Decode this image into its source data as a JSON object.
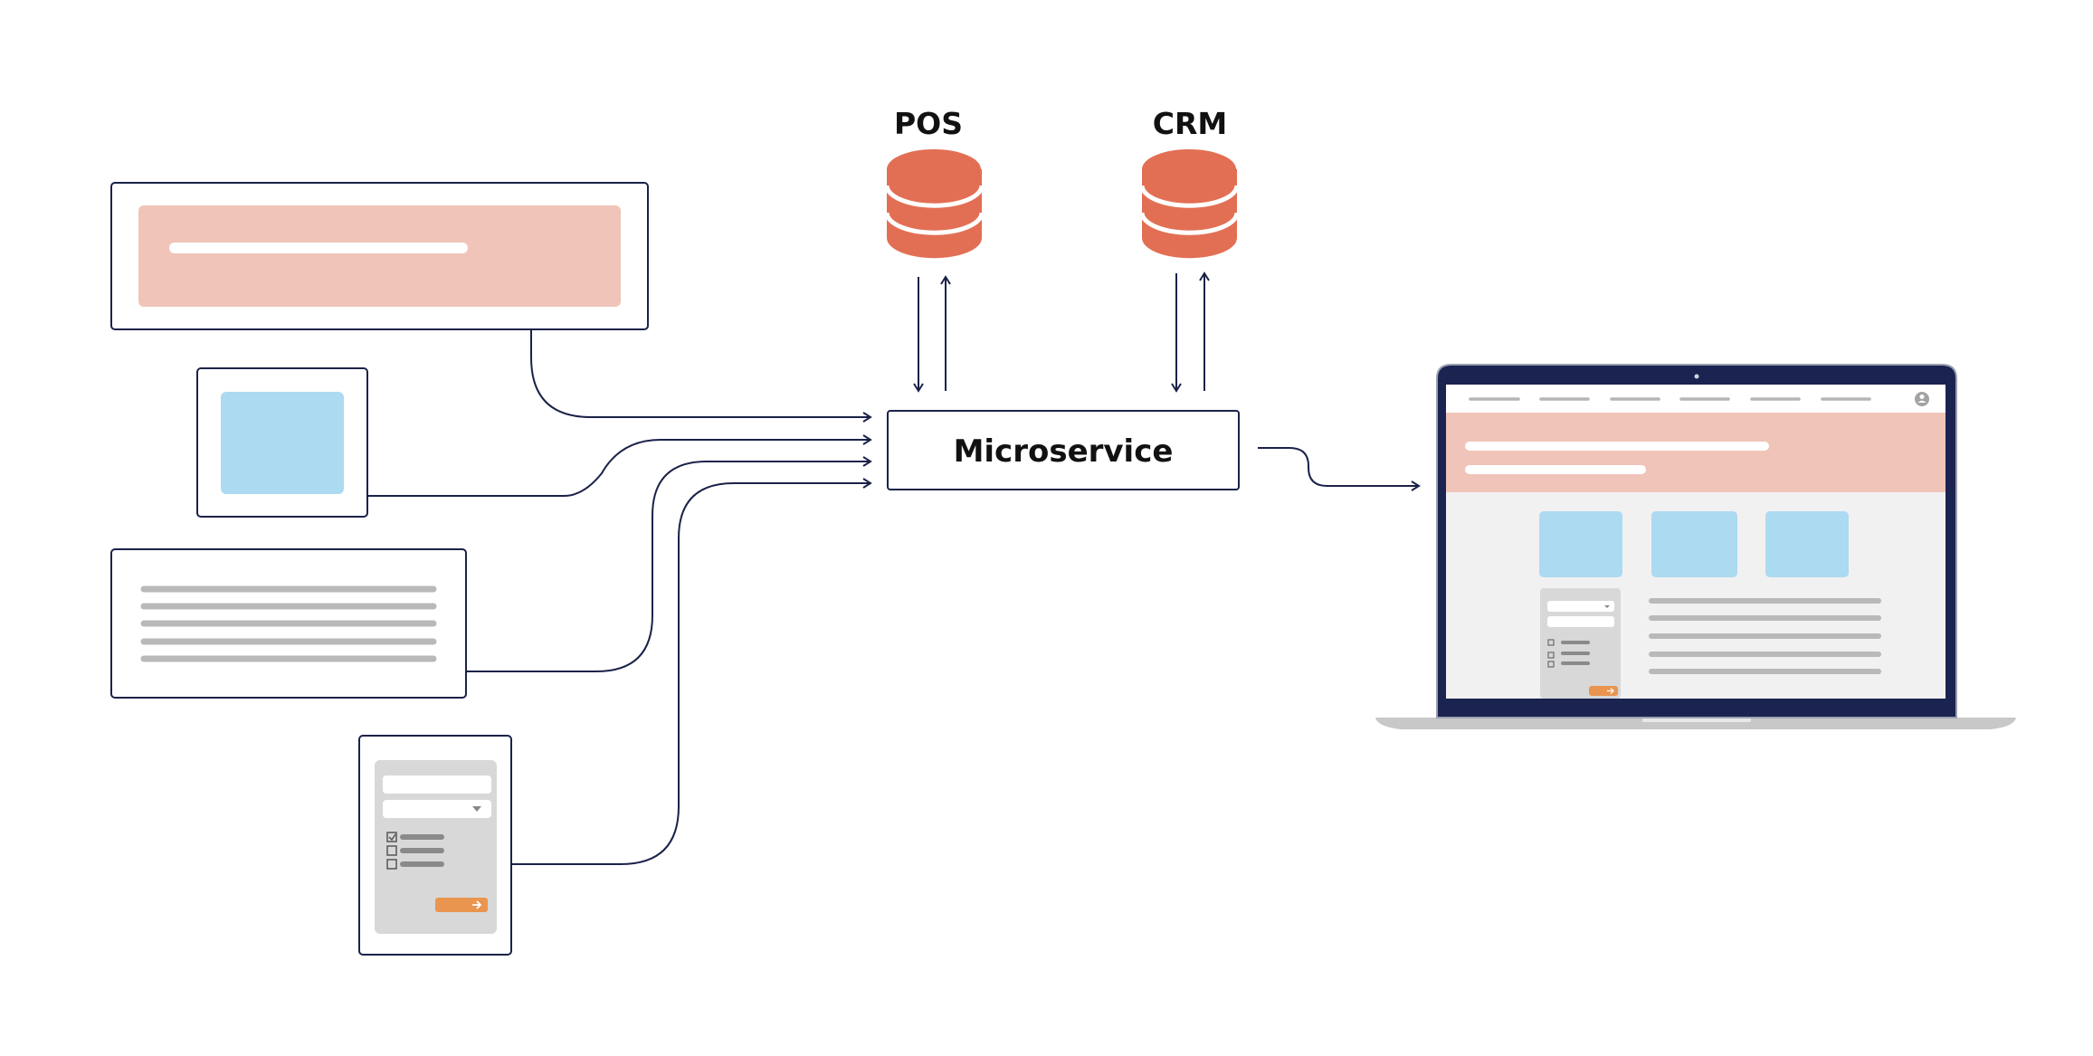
{
  "diagram": {
    "center": {
      "label": "Microservice"
    },
    "databases": [
      {
        "id": "pos",
        "label": "POS"
      },
      {
        "id": "crm",
        "label": "CRM"
      }
    ],
    "colors": {
      "line": "#1b2249",
      "database": "#e26f54",
      "banner": "#f0c4b9",
      "tile": "#acdaf1",
      "text_line": "#b9b9b9",
      "form_panel": "#d8d8d8",
      "form_button": "#e9954f",
      "laptop_frame": "#1b2350",
      "laptop_screen_bg": "#f1f1f1",
      "laptop_base": "#c8c8c8"
    },
    "sources": [
      {
        "id": "banner-card",
        "icon": "banner-icon"
      },
      {
        "id": "image-card",
        "icon": "image-icon"
      },
      {
        "id": "text-card",
        "icon": "text-lines-icon"
      },
      {
        "id": "form-card",
        "icon": "form-icon"
      }
    ],
    "output": {
      "id": "laptop",
      "icon": "laptop-icon"
    }
  }
}
